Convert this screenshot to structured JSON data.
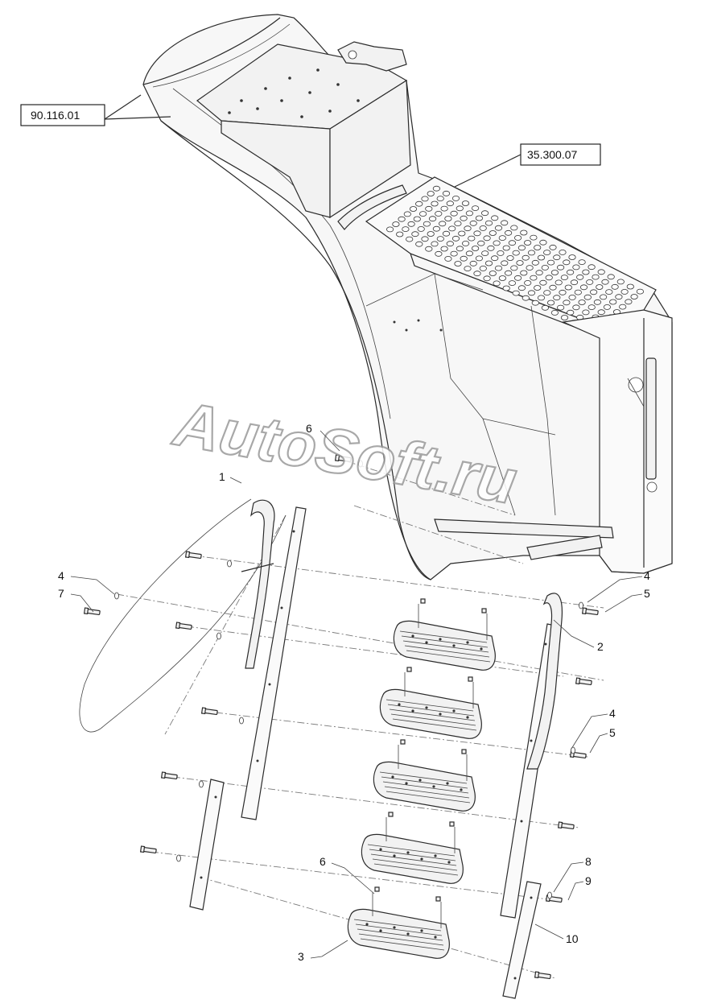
{
  "references": {
    "ref_a": "90.116.01",
    "ref_b": "35.300.07"
  },
  "callouts": {
    "c1": "1",
    "c2": "2",
    "c3": "3",
    "c4a": "4",
    "c4b": "4",
    "c4c": "4",
    "c5a": "5",
    "c5b": "5",
    "c6a": "6",
    "c6b": "6",
    "c7": "7",
    "c8": "8",
    "c9": "9",
    "c10": "10"
  },
  "watermark": {
    "text": "AutoSoft.ru"
  }
}
